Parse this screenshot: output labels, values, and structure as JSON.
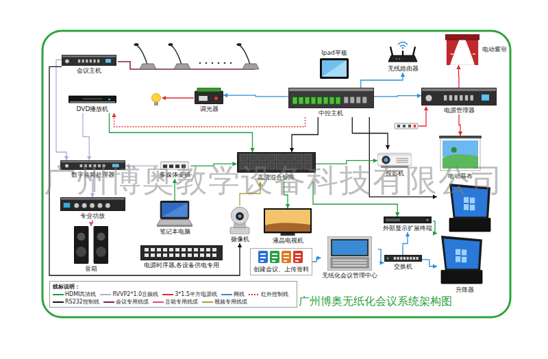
{
  "diagram": {
    "title": "广州博奥无纸化会议系统架构图",
    "nodes": [
      {
        "text": [
          "会议主机"
        ]
      },
      {
        "text": [
          "Ipad平板"
        ]
      },
      {
        "text": [
          "无线路由器"
        ]
      },
      {
        "text": [
          "电动窗帘"
        ]
      },
      {
        "text": [
          "DVD播放机"
        ]
      },
      {
        "text": [
          "调光器"
        ]
      },
      {
        "text": [
          "中控主机"
        ]
      },
      {
        "text": [
          "电源管理器"
        ]
      },
      {
        "text": [
          "数字音频处理器"
        ]
      },
      {
        "text": [
          "多媒体桌插"
        ]
      },
      {
        "text": [
          "高清混合矩阵"
        ]
      },
      {
        "text": [
          "投影机"
        ]
      },
      {
        "text": [
          "电动幕布"
        ]
      },
      {
        "text": [
          "专业功放"
        ]
      },
      {
        "text": [
          "笔记本电脑"
        ]
      },
      {
        "text": [
          "摄像机"
        ]
      },
      {
        "text": [
          "液晶电视机"
        ]
      },
      {
        "text": [
          "外部显示扩展终端"
        ]
      },
      {
        "text": [
          "升降器"
        ]
      },
      {
        "text": [
          "音箱"
        ]
      },
      {
        "text": [
          "电源时序器,各设备供电专用"
        ]
      },
      {
        "text": [
          "创建会议、上传资料"
        ]
      },
      {
        "text": [
          "无纸化会议管理中心"
        ]
      },
      {
        "text": [
          "交换机"
        ]
      }
    ],
    "edges": [
      {
        "from": 0,
        "to": 8,
        "arrow": "to"
      },
      {
        "from": 4,
        "to": 8,
        "arrow": "to"
      },
      {
        "from": 4,
        "to": 10,
        "arrow": "to"
      },
      {
        "from": 6,
        "to": 5,
        "arrow": "to"
      },
      {
        "from": 6,
        "to": 4,
        "arrow": "to"
      },
      {
        "from": 6,
        "to": 2,
        "arrow": "to"
      },
      {
        "from": 6,
        "to": 7,
        "arrow": "to"
      },
      {
        "from": 7,
        "to": 3,
        "arrow": "to"
      },
      {
        "from": 7,
        "to": 12,
        "arrow": "to"
      },
      {
        "from": 6,
        "to": 10,
        "arrow": "to"
      },
      {
        "from": 6,
        "to": 11,
        "arrow": "to"
      },
      {
        "from": 6,
        "to": 18,
        "arrow": "to"
      },
      {
        "from": 10,
        "to": 11,
        "arrow": "to"
      },
      {
        "from": 9,
        "to": 10,
        "arrow": "to"
      },
      {
        "from": 14,
        "to": 9,
        "arrow": "to"
      },
      {
        "from": 15,
        "to": 10,
        "arrow": "to"
      },
      {
        "from": 10,
        "to": 16,
        "arrow": "to"
      },
      {
        "from": 10,
        "to": 17,
        "arrow": "to"
      },
      {
        "from": 17,
        "to": 18,
        "arrow": "to"
      },
      {
        "from": 23,
        "to": 17,
        "arrow": "to"
      },
      {
        "from": 22,
        "to": 23,
        "arrow": "to"
      },
      {
        "from": 23,
        "to": 18,
        "arrow": "to"
      },
      {
        "from": 8,
        "to": 13,
        "arrow": "to"
      },
      {
        "from": 13,
        "to": 19,
        "arrow": "to"
      },
      {
        "from": 9,
        "to": 8,
        "arrow": "to"
      },
      {
        "from": 0,
        "to": 15,
        "arrow": "to"
      },
      {
        "from": 21,
        "to": 22,
        "arrow": "to"
      }
    ],
    "labels": [
      "广州博奥教学设备科技有限公司",
      "线标说明："
    ],
    "legend": [
      {
        "text": "HDMI高清线"
      },
      {
        "text": "RVVP2*1.0音频线"
      },
      {
        "text": "3*1.5平方电源线"
      },
      {
        "text": "网线"
      },
      {
        "text": "红外控制线"
      },
      {
        "text": "RS232控制线"
      },
      {
        "text": "会议专用线缆"
      },
      {
        "text": "音箱专用线缆"
      },
      {
        "text": "视频专用线缆"
      }
    ]
  }
}
